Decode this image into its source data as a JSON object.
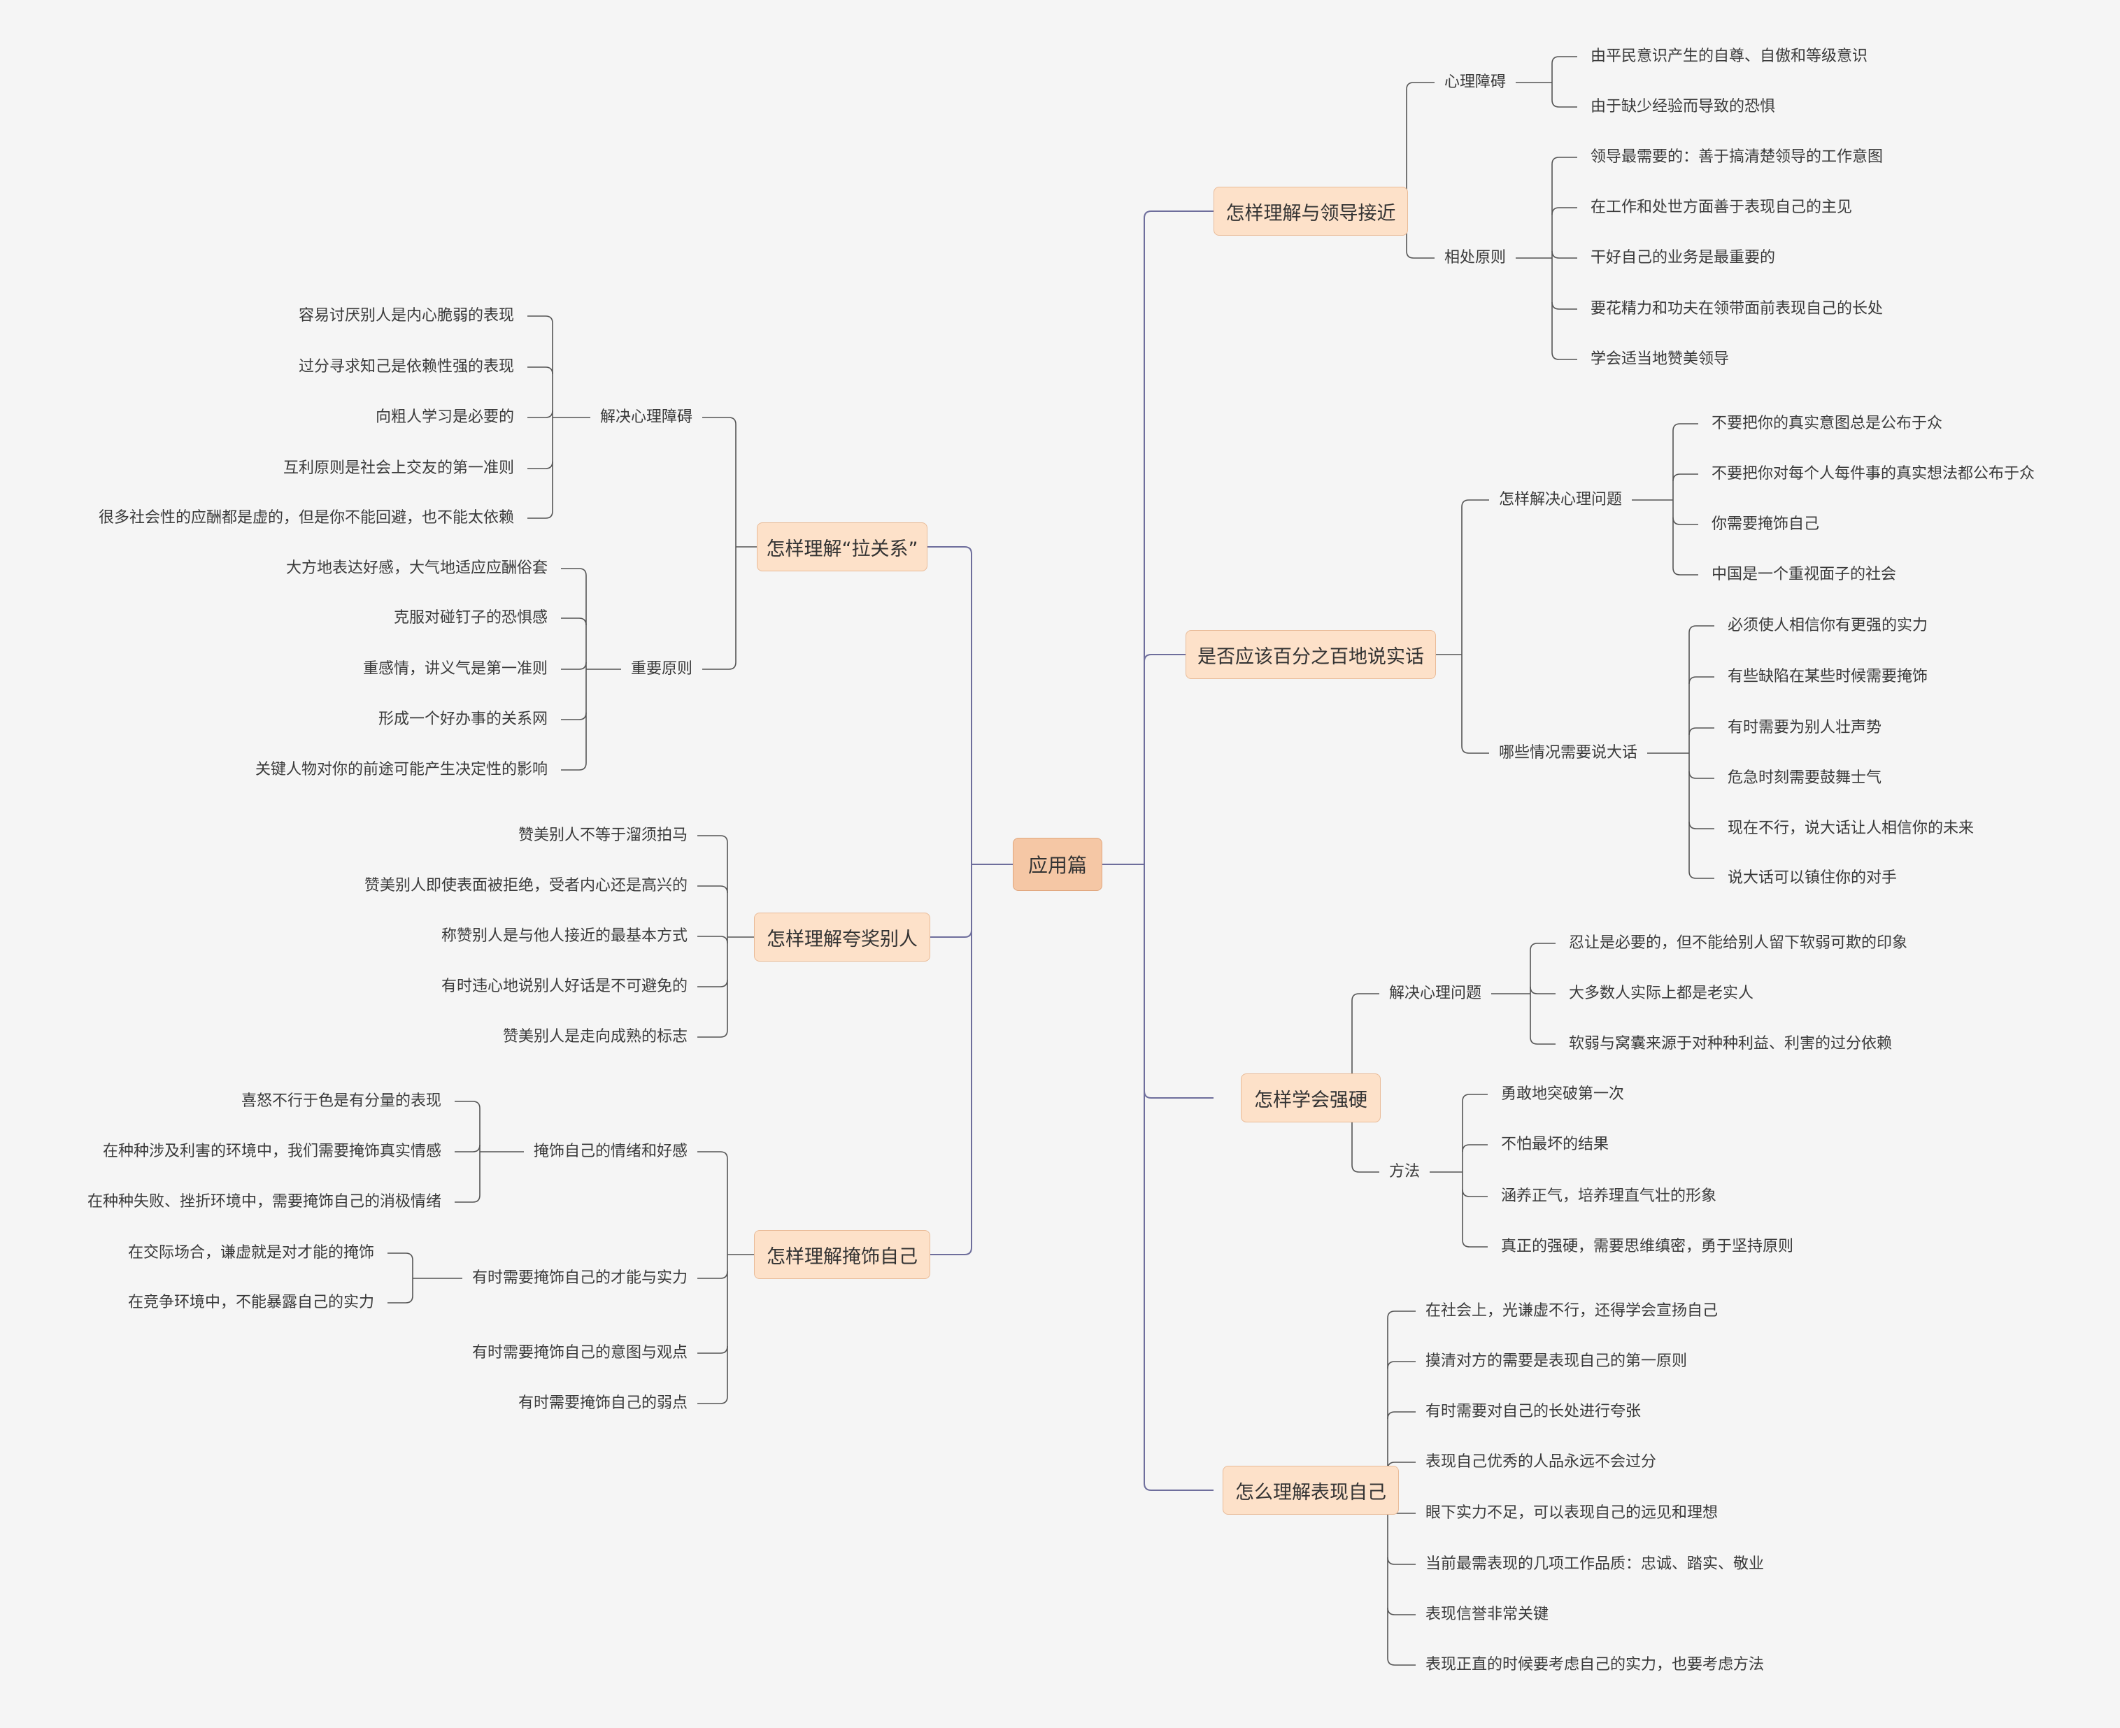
{
  "colors": {
    "background": "#f5f5f5",
    "topic_fill": "#fde1c9",
    "root_fill": "#f5c7a5",
    "main_line": "#6e6e9c",
    "sub_line": "#555555"
  },
  "root": "应用篇",
  "left": [
    {
      "title": "怎样理解“拉关系”",
      "children": [
        {
          "label": "解决心理障碍",
          "children": [
            "容易讨厌别人是内心脆弱的表现",
            "过分寻求知己是依赖性强的表现",
            "向粗人学习是必要的",
            "互利原则是社会上交友的第一准则",
            "很多社会性的应酬都是虚的，但是你不能回避，也不能太依赖"
          ]
        },
        {
          "label": "重要原则",
          "children": [
            "大方地表达好感，大气地适应应酬俗套",
            "克服对碰钉子的恐惧感",
            "重感情，讲义气是第一准则",
            "形成一个好办事的关系网",
            "关键人物对你的前途可能产生决定性的影响"
          ]
        }
      ]
    },
    {
      "title": "怎样理解夸奖别人",
      "children": [
        {
          "label": "赞美别人不等于溜须拍马"
        },
        {
          "label": "赞美别人即使表面被拒绝，受者内心还是高兴的"
        },
        {
          "label": "称赞别人是与他人接近的最基本方式"
        },
        {
          "label": "有时违心地说别人好话是不可避免的"
        },
        {
          "label": "赞美别人是走向成熟的标志"
        }
      ]
    },
    {
      "title": "怎样理解掩饰自己",
      "children": [
        {
          "label": "掩饰自己的情绪和好感",
          "children": [
            "喜怒不行于色是有分量的表现",
            "在种种涉及利害的环境中，我们需要掩饰真实情感",
            "在种种失败、挫折环境中，需要掩饰自己的消极情绪"
          ]
        },
        {
          "label": "有时需要掩饰自己的才能与实力",
          "children": [
            "在交际场合，谦虚就是对才能的掩饰",
            "在竞争环境中，不能暴露自己的实力"
          ]
        },
        {
          "label": "有时需要掩饰自己的意图与观点"
        },
        {
          "label": "有时需要掩饰自己的弱点"
        }
      ]
    }
  ],
  "right": [
    {
      "title": "怎样理解与领导接近",
      "children": [
        {
          "label": "心理障碍",
          "children": [
            "由平民意识产生的自尊、自傲和等级意识",
            "由于缺少经验而导致的恐惧"
          ]
        },
        {
          "label": "相处原则",
          "children": [
            "领导最需要的：善于搞清楚领导的工作意图",
            "在工作和处世方面善于表现自己的主见",
            "干好自己的业务是最重要的",
            "要花精力和功夫在领带面前表现自己的长处",
            "学会适当地赞美领导"
          ]
        }
      ]
    },
    {
      "title": "是否应该百分之百地说实话",
      "children": [
        {
          "label": "怎样解决心理问题",
          "children": [
            "不要把你的真实意图总是公布于众",
            "不要把你对每个人每件事的真实想法都公布于众",
            "你需要掩饰自己",
            "中国是一个重视面子的社会"
          ]
        },
        {
          "label": "哪些情况需要说大话",
          "children": [
            "必须使人相信你有更强的实力",
            "有些缺陷在某些时候需要掩饰",
            "有时需要为别人壮声势",
            "危急时刻需要鼓舞士气",
            "现在不行，说大话让人相信你的未来",
            "说大话可以镇住你的对手"
          ]
        }
      ]
    },
    {
      "title": "怎样学会强硬",
      "children": [
        {
          "label": "解决心理问题",
          "children": [
            "忍让是必要的，但不能给别人留下软弱可欺的印象",
            "大多数人实际上都是老实人",
            "软弱与窝囊来源于对种种利益、利害的过分依赖"
          ]
        },
        {
          "label": "方法",
          "children": [
            "勇敢地突破第一次",
            "不怕最坏的结果",
            "涵养正气，培养理直气壮的形象",
            "真正的强硬，需要思维缜密，勇于坚持原则"
          ]
        }
      ]
    },
    {
      "title": "怎么理解表现自己",
      "children": [
        {
          "label": "在社会上，光谦虚不行，还得学会宣扬自己"
        },
        {
          "label": "摸清对方的需要是表现自己的第一原则"
        },
        {
          "label": "有时需要对自己的长处进行夸张"
        },
        {
          "label": "表现自己优秀的人品永远不会过分"
        },
        {
          "label": "眼下实力不足，可以表现自己的远见和理想"
        },
        {
          "label": "当前最需表现的几项工作品质：忠诚、踏实、敬业"
        },
        {
          "label": "表现信誉非常关键"
        },
        {
          "label": "表现正直的时候要考虑自己的实力，也要考虑方法"
        }
      ]
    }
  ]
}
